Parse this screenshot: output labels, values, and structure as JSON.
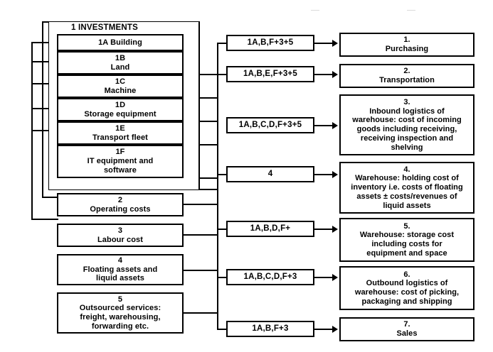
{
  "diagram": {
    "title_group": "1  INVESTMENTS",
    "investments": [
      {
        "id": "1A",
        "lines": [
          "1A Building"
        ]
      },
      {
        "id": "1B",
        "lines": [
          "1B",
          "Land"
        ]
      },
      {
        "id": "1C",
        "lines": [
          "1C",
          "Machine"
        ]
      },
      {
        "id": "1D",
        "lines": [
          "1D",
          "Storage equipment"
        ]
      },
      {
        "id": "1E",
        "lines": [
          "1E",
          "Transport fleet"
        ]
      },
      {
        "id": "1F",
        "lines": [
          "1F",
          "IT equipment and",
          "software"
        ]
      }
    ],
    "cost_categories": [
      {
        "id": "2",
        "lines": [
          "2",
          "Operating costs"
        ]
      },
      {
        "id": "3",
        "lines": [
          "3",
          "Labour cost"
        ]
      },
      {
        "id": "4",
        "lines": [
          "4",
          "Floating assets and",
          "liquid assets"
        ]
      },
      {
        "id": "5",
        "lines": [
          "5",
          "Outsourced services:",
          "freight, warehousing,",
          "forwarding etc."
        ]
      }
    ],
    "formulas": [
      {
        "text": "1A,B,F+3+5"
      },
      {
        "text": "1A,B,E,F+3+5"
      },
      {
        "text": "1A,B,C,D,F+3+5"
      },
      {
        "text": "4"
      },
      {
        "text": "1A,B,D,F+"
      },
      {
        "text": "1A,B,C,D,F+3"
      },
      {
        "text": "1A,B,F+3"
      }
    ],
    "processes": [
      {
        "lines": [
          "1.",
          "Purchasing"
        ]
      },
      {
        "lines": [
          "2.",
          "Transportation"
        ]
      },
      {
        "lines": [
          "3.",
          "Inbound logistics of",
          "warehouse: cost of incoming",
          "goods including receiving,",
          "receiving inspection and",
          "shelving"
        ]
      },
      {
        "lines": [
          "4.",
          "Warehouse: holding cost of",
          "inventory i.e. costs of floating",
          "assets ± costs/revenues of",
          "liquid assets"
        ]
      },
      {
        "lines": [
          "5.",
          "Warehouse: storage cost",
          "including costs for",
          "equipment and space"
        ]
      },
      {
        "lines": [
          "6.",
          "Outbound logistics of",
          "warehouse: cost of picking,",
          "packaging and shipping"
        ]
      },
      {
        "lines": [
          "7.",
          "Sales"
        ]
      }
    ],
    "colors": {
      "stroke": "#000000",
      "background": "#ffffff"
    }
  }
}
